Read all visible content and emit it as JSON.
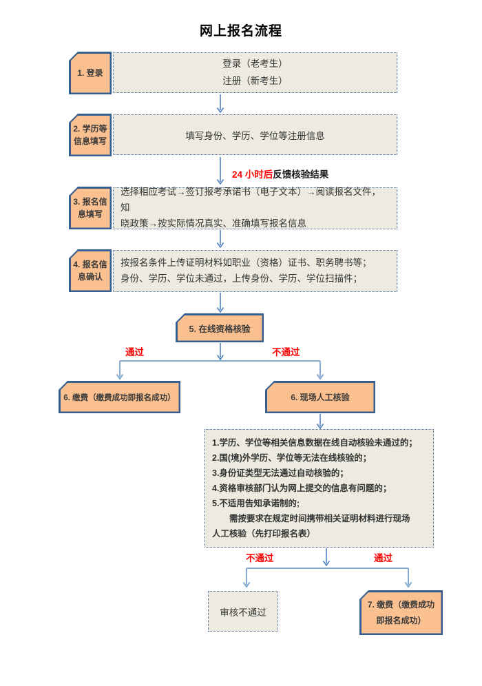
{
  "title": "网上报名流程",
  "palette": {
    "card_fill": "#FAC090",
    "card_border": "#365F91",
    "panel_fill": "#EDEBE0",
    "panel_border_blue": "#4A6FA5",
    "arrow_main": "#4F81BD",
    "arrow_branch": "#84AAD2",
    "highlight_red": "#FF0000"
  },
  "steps": [
    {
      "label": [
        "1. 登录"
      ],
      "content": [
        "登录（老考生）",
        "注册（新考生）"
      ]
    },
    {
      "label": [
        "2. 学历等",
        "信息填写"
      ],
      "content": [
        "填写身份、学历、学位等注册信息"
      ]
    },
    {
      "label": [
        "3. 报名信",
        "息填写"
      ],
      "content": [
        "选择相应考试→签订报考承诺书（电子文本）→阅读报名文件，知",
        "晓政策→按实际情况真实、准确填写报名信息"
      ]
    },
    {
      "label": [
        "4. 报名信",
        "息确认"
      ],
      "content": [
        "按报名条件上传证明材料如职业（资格）证书、职务聘书等；",
        "身份、学历、学位未通过，上传身份、学历、学位扫描件；"
      ]
    }
  ],
  "feedback_note": {
    "highlight": "24 小时后",
    "text": "反馈核验结果"
  },
  "online_check": {
    "label": "5. 在线资格核验"
  },
  "branch_online": {
    "pass": "通过",
    "fail": "不通过"
  },
  "pay_online": {
    "label": "6. 缴费（缴费成功即报名成功）"
  },
  "manual_check": {
    "label": "6. 现场人工核验"
  },
  "manual_conditions": [
    "1.学历、学位等相关信息数据在线自动核验未通过的；",
    "2.国(境)外学历、学位等无法在线核验的；",
    "3.身份证类型无法通过自动核验的；",
    "4.资格审核部门认为网上提交的信息有问题的；",
    "5.不适用告知承诺制的;",
    "　　需按要求在规定时间携带相关证明材料进行现场",
    "人工核验（先打印报名表）"
  ],
  "branch_manual": {
    "fail": "不通过",
    "pass": "通过"
  },
  "review_fail": {
    "label": "审核不通过"
  },
  "pay_final": {
    "label": [
      "7. 缴费（缴费成功",
      "即报名成功）"
    ]
  }
}
